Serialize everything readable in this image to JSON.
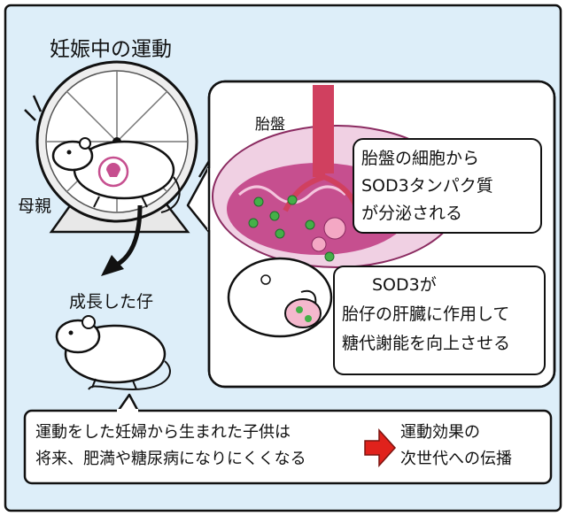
{
  "title": "妊娠中の運動",
  "labels": {
    "mother": "母親",
    "grown_pup": "成長した仔",
    "placenta": "胎盤"
  },
  "callouts": {
    "placenta_cells": [
      "胎盤の細胞から",
      "SOD3タンパク質",
      "が分泌される"
    ],
    "sod3_effect": [
      "SOD3が",
      "胎仔の肝臓に作用して",
      "糖代謝能を向上させる"
    ]
  },
  "bottom": {
    "left_lines": [
      "運動をした妊婦から生まれた子供は",
      "将来、肥満や糖尿病になりにくくなる"
    ],
    "right_lines": [
      "運動効果の",
      "次世代への伝播"
    ]
  },
  "colors": {
    "background": "#ddeef9",
    "placenta": "#c64f8f",
    "blood_vessel": "#d0405f",
    "sod3_green": "#44b048",
    "arrow_red": "#e0221c"
  }
}
